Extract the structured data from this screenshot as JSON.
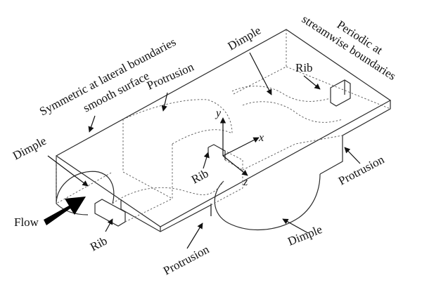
{
  "labels": {
    "symmetric": "Symmetric at lateral boundaries",
    "smooth": "smooth surface",
    "periodic_1": "Periodic at",
    "periodic_2": "streamwise boundaries",
    "dimple_top": "Dimple",
    "dimple_left": "Dimple",
    "dimple_bottom": "Dimple",
    "rib_top": "Rib",
    "rib_mid": "Rib",
    "rib_bottom": "Rib",
    "protrusion_top": "Protrusion",
    "protrusion_right": "Protrusion",
    "protrusion_bottom": "Protrusion",
    "flow": "Flow",
    "axis_x": "x",
    "axis_y": "y",
    "axis_z": "z"
  },
  "colors": {
    "line": "#2a2a2a",
    "text": "#111111",
    "arrow": "#000000"
  }
}
